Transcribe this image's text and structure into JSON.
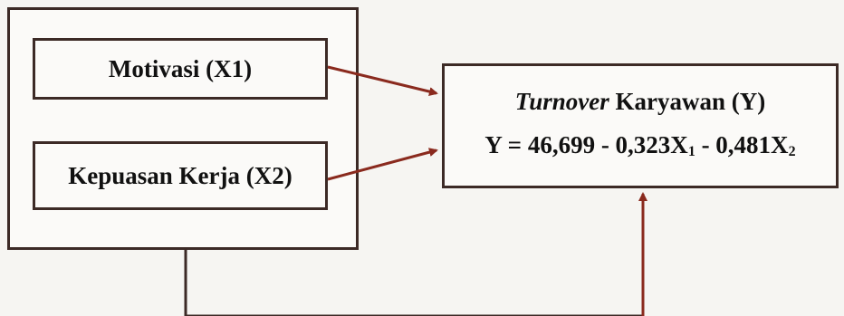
{
  "diagram": {
    "box_x1": {
      "label": "Motivasi (X1)"
    },
    "box_x2": {
      "label": "Kepuasan Kerja (X2)"
    },
    "box_y": {
      "title_italic": "Turnover",
      "title_rest": " Karyawan (Y)",
      "equation": {
        "lhs": "Y = ",
        "const": " 46,699 - 0,323X",
        "sub1": "1",
        "mid": " - 0,481X",
        "sub2": "2"
      }
    },
    "colors": {
      "border": "#3c2a26",
      "arrow": "#8a2a1e",
      "background": "#f6f5f2"
    }
  }
}
